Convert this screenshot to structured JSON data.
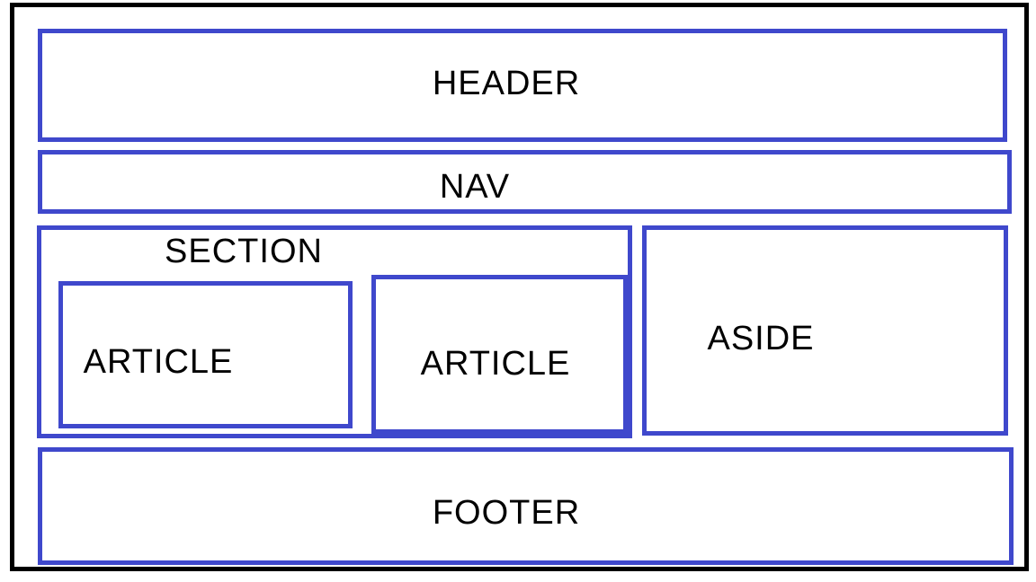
{
  "colors": {
    "frame_border": "#000000",
    "box_border": "#3F48CC",
    "text": "#000000",
    "background": "#FFFFFF"
  },
  "diagram": {
    "boxes": {
      "header": {
        "label": "HEADER"
      },
      "nav": {
        "label": "NAV"
      },
      "section": {
        "label": "SECTION"
      },
      "article1": {
        "label": "ARTICLE"
      },
      "article2": {
        "label": "ARTICLE"
      },
      "aside": {
        "label": "ASIDE"
      },
      "footer": {
        "label": "FOOTER"
      }
    }
  }
}
